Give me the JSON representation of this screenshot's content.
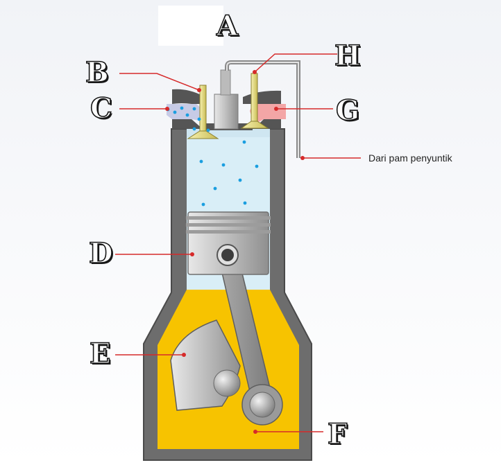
{
  "labels": {
    "A": "A",
    "B": "B",
    "C": "C",
    "D": "D",
    "E": "E",
    "F": "F",
    "G": "G",
    "H": "H"
  },
  "annotation": "Dari pam penyuntik",
  "colors": {
    "outline": "#4a4a4a",
    "crankcase_oil": "#f7c300",
    "cylinder_air": "#d9eef7",
    "fuel_droplets": "#1a9ee0",
    "exhaust_port": "#f3a6a6",
    "intake_port": "#c7cbe6",
    "leader_line": "#d62a2a",
    "metal": "#c9c9c9"
  },
  "icons": {
    "piston": "piston-icon",
    "crankshaft": "crank-web-icon",
    "connecting_rod": "connecting-rod-icon",
    "injector": "injector-icon"
  }
}
